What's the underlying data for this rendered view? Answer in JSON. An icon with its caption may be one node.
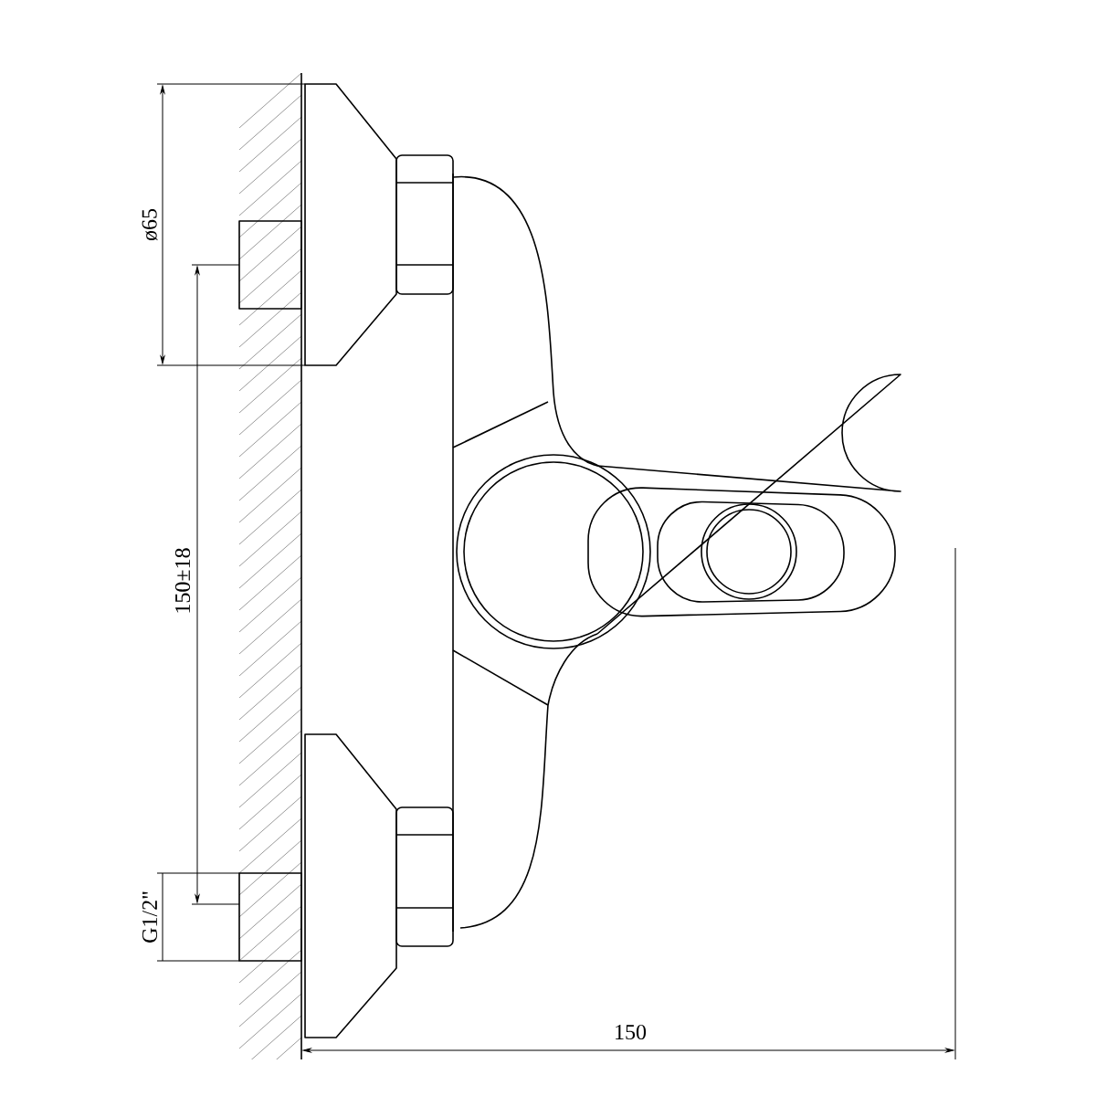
{
  "diagram": {
    "labels": [
      "ø65",
      "150±18",
      "G1/2\"",
      "150"
    ]
  }
}
